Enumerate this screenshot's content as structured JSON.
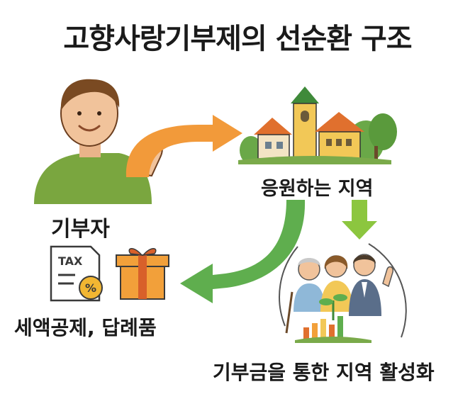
{
  "title": "고향사랑기부제의 선순환 구조",
  "nodes": {
    "donor": "기부자",
    "region": "응원하는 지역",
    "benefit": "세액공제, 답례품",
    "activation": "기부금을 통한 지역 활성화"
  },
  "icons": {
    "tax_document": "TAX",
    "percent": "%"
  },
  "colors": {
    "arrow_orange": "#f29a3a",
    "arrow_green": "#5fae4e",
    "arrow_lightgreen": "#8cc63f"
  }
}
